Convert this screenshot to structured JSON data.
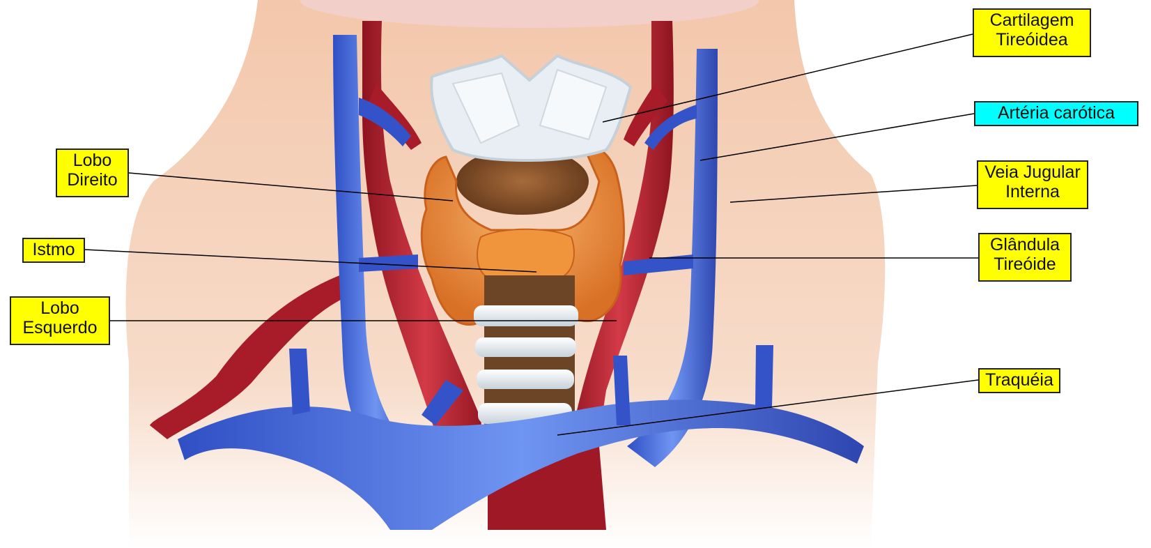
{
  "labels": {
    "cartilagem": {
      "line1": "Cartilagem",
      "line2": "Tireóidea"
    },
    "arteria": {
      "line1": "Artéria carótica"
    },
    "veia": {
      "line1": "Veia Jugular",
      "line2": "Interna"
    },
    "glandula": {
      "line1": "Glândula",
      "line2": "Tireóide"
    },
    "traqueia": {
      "line1": "Traquéia"
    },
    "lobo_direito": {
      "line1": "Lobo",
      "line2": "Direito"
    },
    "istmo": {
      "line1": "Istmo"
    },
    "lobo_esquerdo": {
      "line1": "Lobo",
      "line2": "Esquerdo"
    }
  },
  "colors": {
    "label_yellow": "#ffff00",
    "label_cyan": "#00ffff",
    "vein_blue": "#3b5fd6",
    "artery_red": "#b51e2c",
    "thyroid_orange": "#f0913c",
    "skin": "#f5d2b8",
    "cartilage": "#e9eef2",
    "trachea_brown": "#6b4526"
  }
}
